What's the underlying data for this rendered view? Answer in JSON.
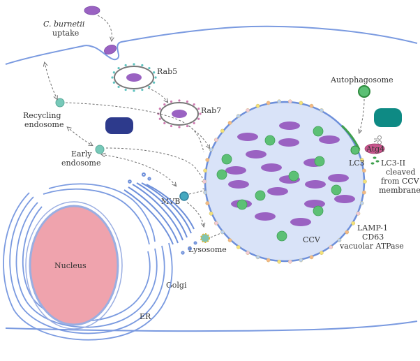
{
  "labels": {
    "uptake_line1": "C. burnetii",
    "uptake_line2": "uptake",
    "rab5": "Rab5",
    "rab7": "Rab7",
    "recycling_line1": "Recycling",
    "recycling_line2": "endosome",
    "early_line1": "Early",
    "early_line2": "endosome",
    "mvb": "MVB",
    "lysosome": "Lysosome",
    "nucleus": "Nucleus",
    "golgi": "Golgi",
    "er": "ER",
    "autophagosome": "Autophagosome",
    "atg4": "Atg4",
    "lc3": "LC3",
    "lc3ii_line1": "LC3-II",
    "lc3ii_line2": "cleaved",
    "lc3ii_line3": "from CCV",
    "lc3ii_line4": "membrane",
    "lamp_line1": "LAMP-1",
    "lamp_line2": "CD63",
    "lamp_line3": "vacuolar ATPase",
    "ccv": "CCV"
  },
  "colors": {
    "membrane": "#7a9ae0",
    "ccv_fill": "#d9e3f8",
    "bacteria": "#9a62c2",
    "green_body": "#5cc075",
    "nucleus": "#efa3ad",
    "navy_capsule": "#2d3a8c",
    "teal_capsule": "#0e8a84",
    "atg4": "#c7558c"
  }
}
